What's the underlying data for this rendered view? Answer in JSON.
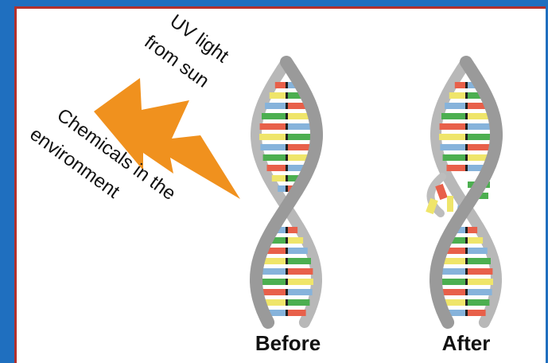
{
  "labels": {
    "uv_line1": "UV light",
    "uv_line2": "from sun",
    "chem_line1": "Chemicals in the",
    "chem_line2": "environment"
  },
  "captions": {
    "before": "Before",
    "after": "After"
  },
  "colors": {
    "frame": "#1f6fbf",
    "border": "#b3302b",
    "bolt": "#f0911e",
    "helix": "#9a9a9a",
    "base_green": "#4caf50",
    "base_blue": "#86b3db",
    "base_yellow": "#efe56a",
    "base_red": "#e8604a"
  }
}
